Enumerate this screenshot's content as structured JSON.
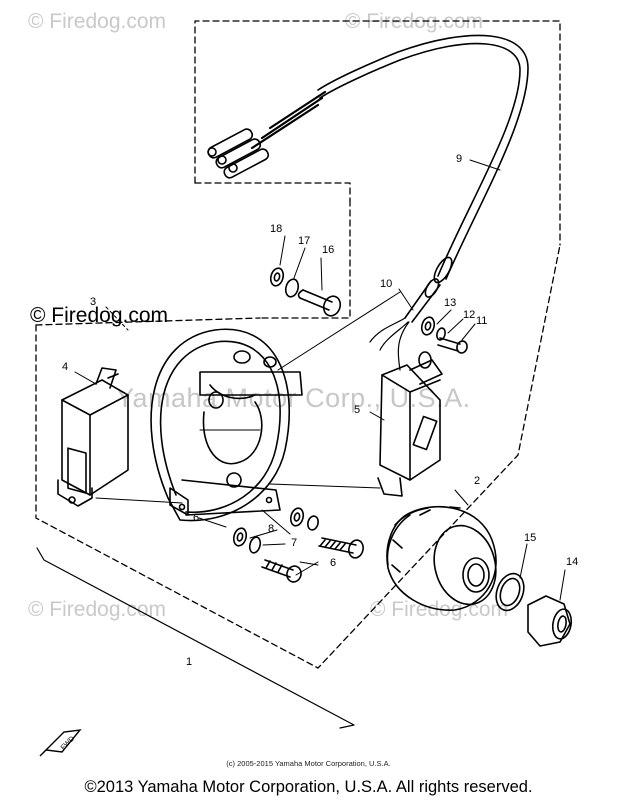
{
  "watermark": {
    "text": "© Firedog.com",
    "corp_text": "Yamaha Motor Corp., U.S.A."
  },
  "callouts": {
    "c1": "1",
    "c2": "2",
    "c3": "3",
    "c4": "4",
    "c5": "5",
    "c6a": "6",
    "c6b": "6",
    "c7": "7",
    "c8": "8",
    "c9": "9",
    "c10": "10",
    "c11": "11",
    "c12": "12",
    "c13": "13",
    "c14": "14",
    "c15": "15",
    "c16": "16",
    "c17": "17",
    "c18": "18"
  },
  "badge": "FWD",
  "small_copyright": "(c) 2005-2015 Yamaha Motor Corporation, U.S.A.",
  "footer": "©2013 Yamaha Motor Corporation, U.S.A. All rights reserved.",
  "colors": {
    "line": "#000000",
    "watermark": "#c9c9c9",
    "background": "#ffffff"
  }
}
